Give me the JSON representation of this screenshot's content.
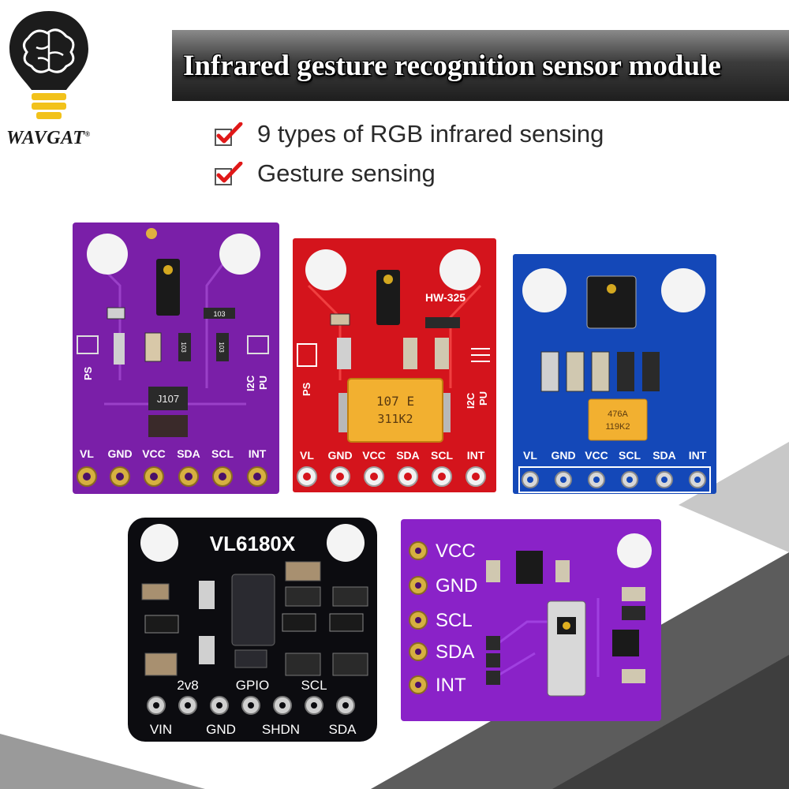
{
  "brand": {
    "logo_text": "WAVGAT",
    "registered_mark": "®"
  },
  "banner": {
    "title": "Infrared gesture recognition sensor module"
  },
  "features": [
    {
      "icon": "checkmark-icon",
      "text": "9 types of RGB infrared sensing"
    },
    {
      "icon": "checkmark-icon",
      "text": "Gesture sensing"
    }
  ],
  "colors": {
    "purple_board": "#7a1fa8",
    "red_board": "#d4141c",
    "blue_board": "#1448b8",
    "black_board": "#0c0c10",
    "violet_board": "#8a22c8",
    "check_red": "#e01818",
    "banner_dark": "#3a3a3a"
  },
  "boards": {
    "purple": {
      "side_left": "PS",
      "side_right_1": "I2C",
      "side_right_2": "PU",
      "chip": "J107",
      "resistors": [
        "103",
        "103",
        "103"
      ],
      "pins": [
        "VL",
        "GND",
        "VCC",
        "SDA",
        "SCL",
        "INT"
      ]
    },
    "red": {
      "model": "HW-325",
      "side_left": "PS",
      "side_right_1": "I2C",
      "side_right_2": "PU",
      "cap_line1": "107 E",
      "cap_line2": "311K2",
      "pins": [
        "VL",
        "GND",
        "VCC",
        "SDA",
        "SCL",
        "INT"
      ]
    },
    "blue": {
      "cap_line1": "476A",
      "cap_line2": "119K2",
      "pins": [
        "VL",
        "GND",
        "VCC",
        "SCL",
        "SDA",
        "INT"
      ]
    },
    "black": {
      "title": "VL6180X",
      "mid_labels": [
        "2v8",
        "GPIO",
        "SCL"
      ],
      "bottom_labels": [
        "VIN",
        "GND",
        "SHDN",
        "SDA"
      ]
    },
    "violet": {
      "pins": [
        "VCC",
        "GND",
        "SCL",
        "SDA",
        "INT"
      ]
    }
  }
}
